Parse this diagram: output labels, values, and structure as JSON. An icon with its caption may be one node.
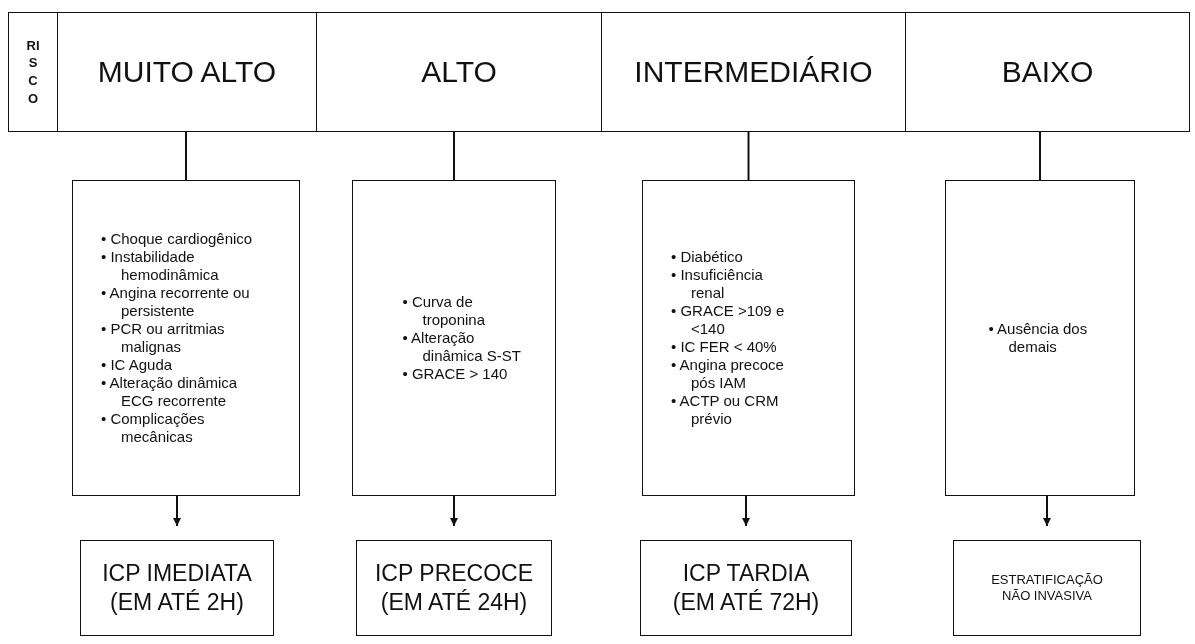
{
  "diagram": {
    "nodes": [
      {
        "text": [
          "RISCO"
        ]
      },
      {
        "text": [
          "MUITO ALTO"
        ]
      },
      {
        "text": [
          "ALTO"
        ]
      },
      {
        "text": [
          "INTERMEDIÁRIO"
        ]
      },
      {
        "text": [
          "BAIXO"
        ]
      },
      {
        "text": [
          "• Choque cardiogênico",
          "• Instabilidade hemodinâmica",
          "• Angina recorrente ou persistente",
          "• PCR ou arritmias malignas",
          "• IC Aguda",
          "• Alteração dinâmica ECG recorrente",
          "• Complicações mecânicas"
        ]
      },
      {
        "text": [
          "• Curva de troponina",
          "• Alteração dinâmica S-ST",
          "• GRACE > 140"
        ]
      },
      {
        "text": [
          "• Diabético",
          "• Insuficiência renal",
          "• GRACE >109 e <140",
          "• IC FER < 40%",
          "• Angina precoce pós IAM",
          "• ACTP ou CRM prévio"
        ]
      },
      {
        "text": [
          "• Ausência dos demais"
        ]
      },
      {
        "text": [
          "ICP IMEDIATA (EM ATÉ 2H)"
        ]
      },
      {
        "text": [
          "ICP PRECOCE (EM ATÉ 24H)"
        ]
      },
      {
        "text": [
          "ICP TARDIA (EM ATÉ 72H)"
        ]
      },
      {
        "text": [
          "ESTRATIFICAÇÃO NÃO INVASIVA"
        ]
      }
    ],
    "edges": [
      {
        "from": 1,
        "to": 5,
        "arrow": "none"
      },
      {
        "from": 2,
        "to": 6,
        "arrow": "none"
      },
      {
        "from": 3,
        "to": 7,
        "arrow": "none"
      },
      {
        "from": 4,
        "to": 8,
        "arrow": "none"
      },
      {
        "from": 5,
        "to": 9,
        "arrow": "to"
      },
      {
        "from": 6,
        "to": 10,
        "arrow": "to"
      },
      {
        "from": 7,
        "to": 11,
        "arrow": "to"
      },
      {
        "from": 8,
        "to": 12,
        "arrow": "to"
      }
    ]
  }
}
